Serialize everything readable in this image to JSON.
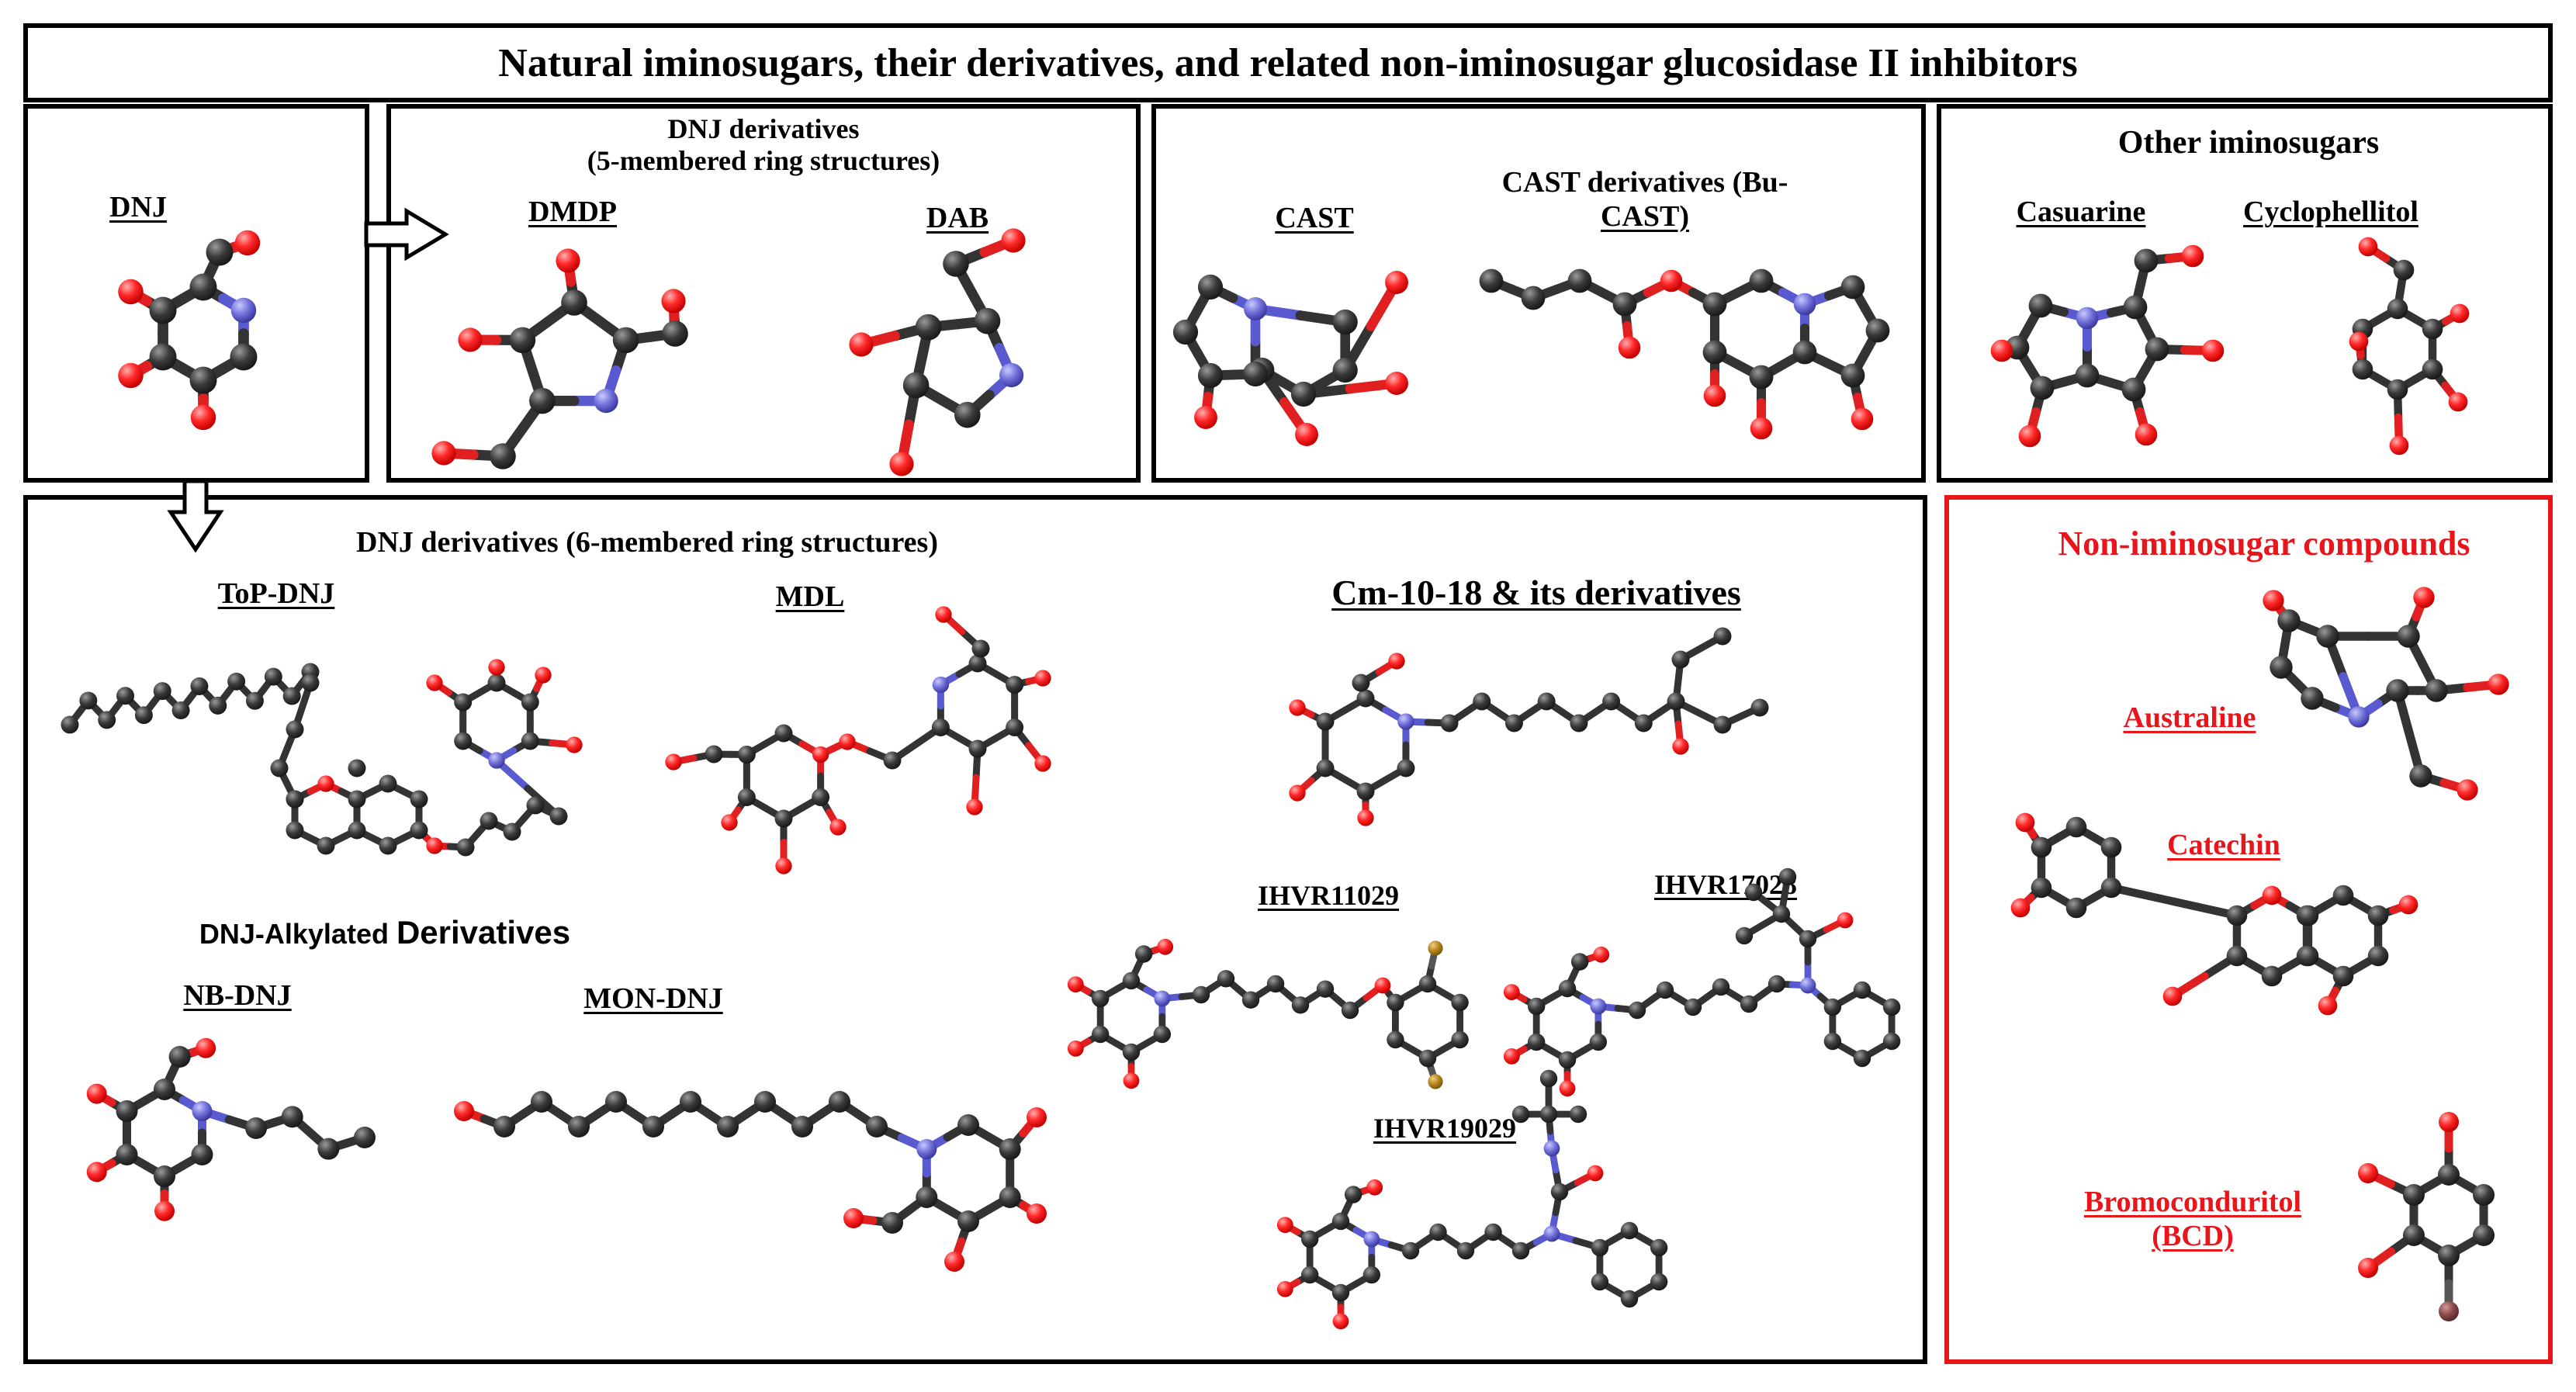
{
  "title": "Natural iminosugars, their derivatives, and related non-iminosugar glucosidase II inhibitors",
  "panels": {
    "dnj": {
      "label": "DNJ"
    },
    "dnj5": {
      "header_line1": "DNJ derivatives",
      "header_line2": "(5-membered ring structures)",
      "dmdp": "DMDP",
      "dab": "DAB"
    },
    "cast": {
      "cast": "CAST",
      "derivatives_line1": "CAST derivatives (Bu-",
      "derivatives_line2": "CAST)"
    },
    "other": {
      "header": "Other iminosugars",
      "casuarine": "Casuarine",
      "cyclophellitol": "Cyclophellitol"
    },
    "dnj6": {
      "header": "DNJ derivatives (6-membered ring structures)",
      "top_dnj": "ToP-DNJ",
      "mdl": "MDL",
      "cm": "Cm-10-18 & its derivatives",
      "alkyl_header_a": "DNJ-Alkylated ",
      "alkyl_header_b": "Derivatives",
      "nb_dnj": "NB-DNJ",
      "mon_dnj": "MON-DNJ",
      "ihvr11029": "IHVR11029",
      "ihvr17028": "IHVR17028",
      "ihvr19029": "IHVR19029"
    },
    "non_imino": {
      "header": "Non-iminosugar compounds",
      "australine": "Australine",
      "catechin": "Catechin",
      "bcd_line1": "Bromoconduritol",
      "bcd_line2": "(BCD)"
    }
  },
  "atom_colors": {
    "carbon": "#3a3a3a",
    "oxygen": "#ff2a2a",
    "nitrogen": "#6f6fd8",
    "fluorine": "#b8861c",
    "bromine": "#8a4a4a"
  },
  "accent": "#e8151b"
}
